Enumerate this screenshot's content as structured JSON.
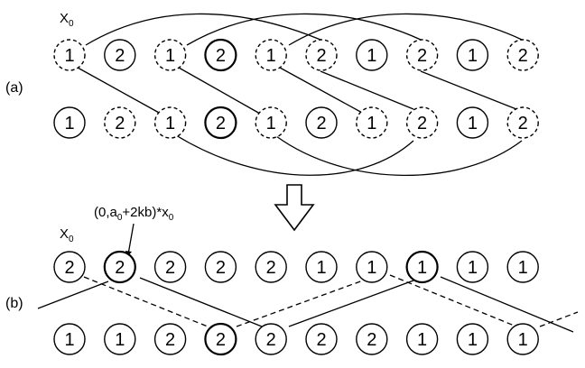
{
  "panel_a": {
    "label": "(a)",
    "start_label": {
      "main": "X",
      "sub": "0"
    },
    "top_row": [
      {
        "value": "1",
        "style": "dashed"
      },
      {
        "value": "2",
        "style": "solid"
      },
      {
        "value": "1",
        "style": "dashed"
      },
      {
        "value": "2",
        "style": "bold"
      },
      {
        "value": "1",
        "style": "dashed"
      },
      {
        "value": "2",
        "style": "dashed"
      },
      {
        "value": "1",
        "style": "solid"
      },
      {
        "value": "2",
        "style": "dashed"
      },
      {
        "value": "1",
        "style": "solid"
      },
      {
        "value": "2",
        "style": "dashed"
      }
    ],
    "bottom_row": [
      {
        "value": "1",
        "style": "solid"
      },
      {
        "value": "2",
        "style": "dashed"
      },
      {
        "value": "1",
        "style": "dashed"
      },
      {
        "value": "2",
        "style": "bold"
      },
      {
        "value": "1",
        "style": "dashed"
      },
      {
        "value": "2",
        "style": "solid"
      },
      {
        "value": "1",
        "style": "dashed"
      },
      {
        "value": "2",
        "style": "dashed"
      },
      {
        "value": "1",
        "style": "solid"
      },
      {
        "value": "2",
        "style": "dashed"
      }
    ]
  },
  "arrow": {
    "direction": "down"
  },
  "panel_b": {
    "label": "(b)",
    "start_label": {
      "main": "X",
      "sub": "0"
    },
    "annotation": {
      "p1": "(0,a",
      "s1": "0",
      "p2": "+2kb)*x",
      "s2": "0"
    },
    "top_row": [
      {
        "value": "2",
        "style": "solid"
      },
      {
        "value": "2",
        "style": "bold"
      },
      {
        "value": "2",
        "style": "solid"
      },
      {
        "value": "2",
        "style": "solid"
      },
      {
        "value": "2",
        "style": "solid"
      },
      {
        "value": "1",
        "style": "solid"
      },
      {
        "value": "1",
        "style": "solid"
      },
      {
        "value": "1",
        "style": "bold"
      },
      {
        "value": "1",
        "style": "solid"
      },
      {
        "value": "1",
        "style": "solid"
      }
    ],
    "bottom_row": [
      {
        "value": "1",
        "style": "solid"
      },
      {
        "value": "1",
        "style": "solid"
      },
      {
        "value": "2",
        "style": "solid"
      },
      {
        "value": "2",
        "style": "bold"
      },
      {
        "value": "2",
        "style": "solid"
      },
      {
        "value": "2",
        "style": "solid"
      },
      {
        "value": "2",
        "style": "solid"
      },
      {
        "value": "1",
        "style": "solid"
      },
      {
        "value": "1",
        "style": "solid"
      },
      {
        "value": "1",
        "style": "solid"
      }
    ]
  }
}
